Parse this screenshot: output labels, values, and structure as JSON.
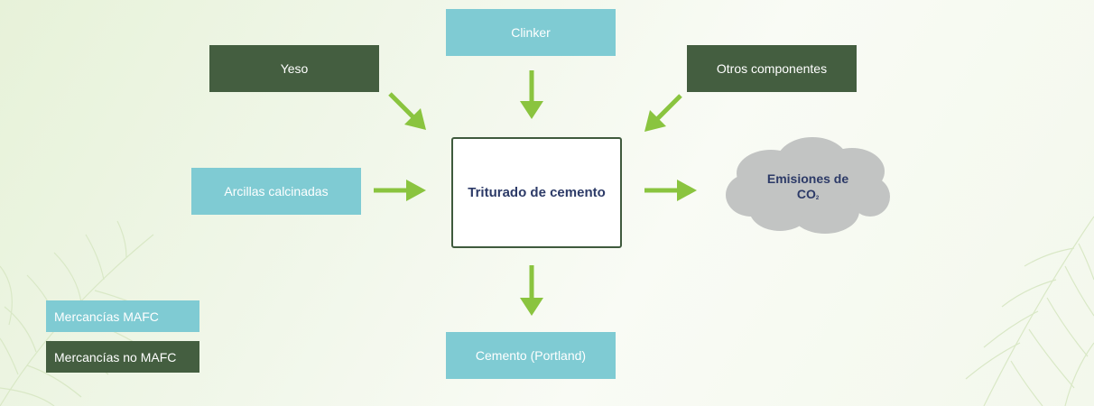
{
  "colors": {
    "mafc": "#7fcbd3",
    "no_mafc": "#445e40",
    "arrow": "#8ac43f",
    "center_border": "#3f5a3d",
    "cloud": "#c2c4c3",
    "center_text": "#2c3a67"
  },
  "nodes": {
    "clinker": "Clinker",
    "yeso": "Yeso",
    "otros_componentes": "Otros componentes",
    "arcillas_calcinadas": "Arcillas calcinadas",
    "triturado": "Triturado de cemento",
    "cemento": "Cemento (Portland)"
  },
  "emissions": {
    "line1": "Emisiones de",
    "line2": "CO",
    "subscript": "2"
  },
  "legend": {
    "mafc": "Mercancías MAFC",
    "no_mafc": "Mercancías no MAFC"
  }
}
